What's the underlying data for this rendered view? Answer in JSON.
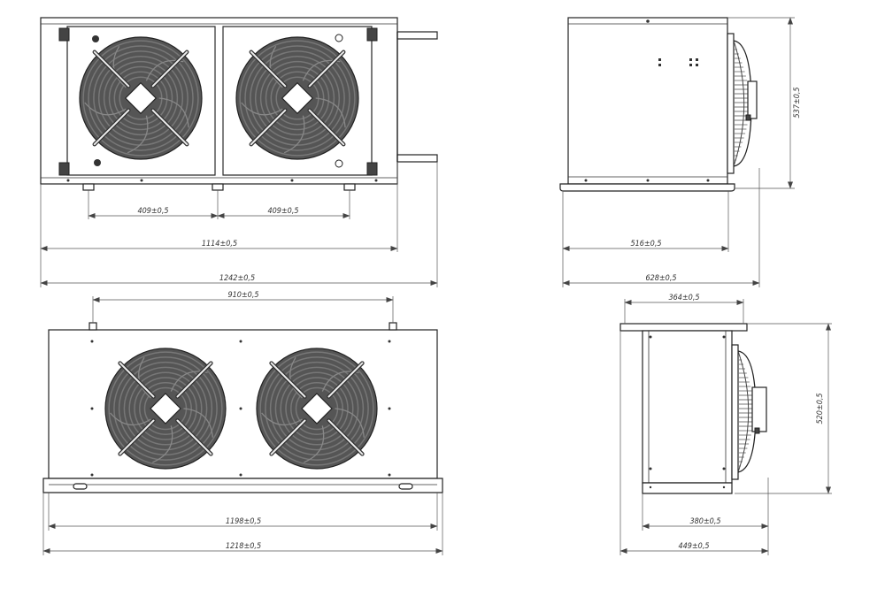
{
  "dimensions": {
    "front_top": {
      "fan_pitch_left": "409±0,5",
      "fan_pitch_right": "409±0,5",
      "casing_width": "1114±0,5",
      "overall_width": "1242±0,5"
    },
    "side_top": {
      "height": "537±0,5",
      "base_depth": "516±0,5",
      "overall_depth": "628±0,5"
    },
    "front_bottom": {
      "mount_spacing": "910±0,5",
      "base_width": "1198±0,5",
      "overall_width": "1218±0,5"
    },
    "side_bottom": {
      "top_flange": "364±0,5",
      "height": "520±0,5",
      "base_depth": "380±0,5",
      "overall_depth": "449±0,5"
    }
  }
}
